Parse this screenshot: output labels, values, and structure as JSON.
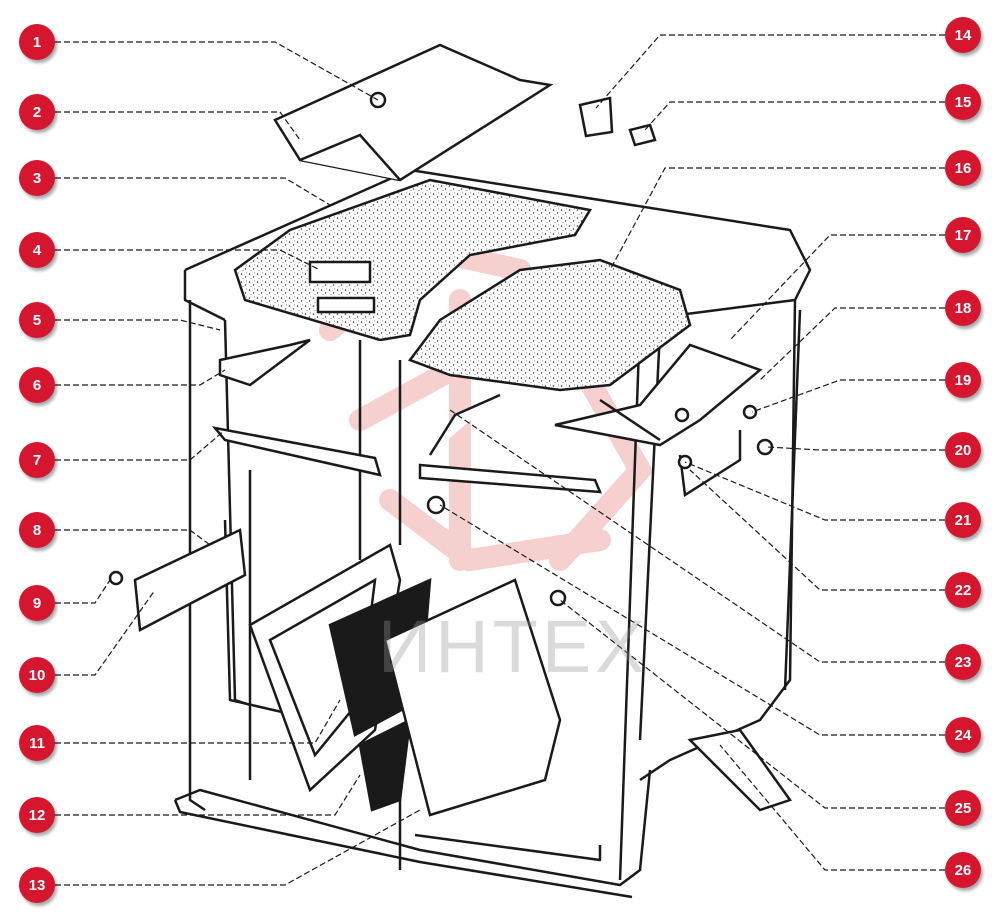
{
  "callouts": [
    {
      "number": "1"
    },
    {
      "number": "2"
    },
    {
      "number": "3"
    },
    {
      "number": "4"
    },
    {
      "number": "5"
    },
    {
      "number": "6"
    },
    {
      "number": "7"
    },
    {
      "number": "8"
    },
    {
      "number": "9"
    },
    {
      "number": "10"
    },
    {
      "number": "11"
    },
    {
      "number": "12"
    },
    {
      "number": "13"
    },
    {
      "number": "14"
    },
    {
      "number": "15"
    },
    {
      "number": "16"
    },
    {
      "number": "17"
    },
    {
      "number": "18"
    },
    {
      "number": "19"
    },
    {
      "number": "20"
    },
    {
      "number": "21"
    },
    {
      "number": "22"
    },
    {
      "number": "23"
    },
    {
      "number": "24"
    },
    {
      "number": "25"
    },
    {
      "number": "26"
    }
  ],
  "watermark": {
    "text": "ИНТЕХ"
  },
  "colors": {
    "badge": "#d6162f",
    "line": "#1a1a1a",
    "watermark": "#f2b9b9"
  }
}
